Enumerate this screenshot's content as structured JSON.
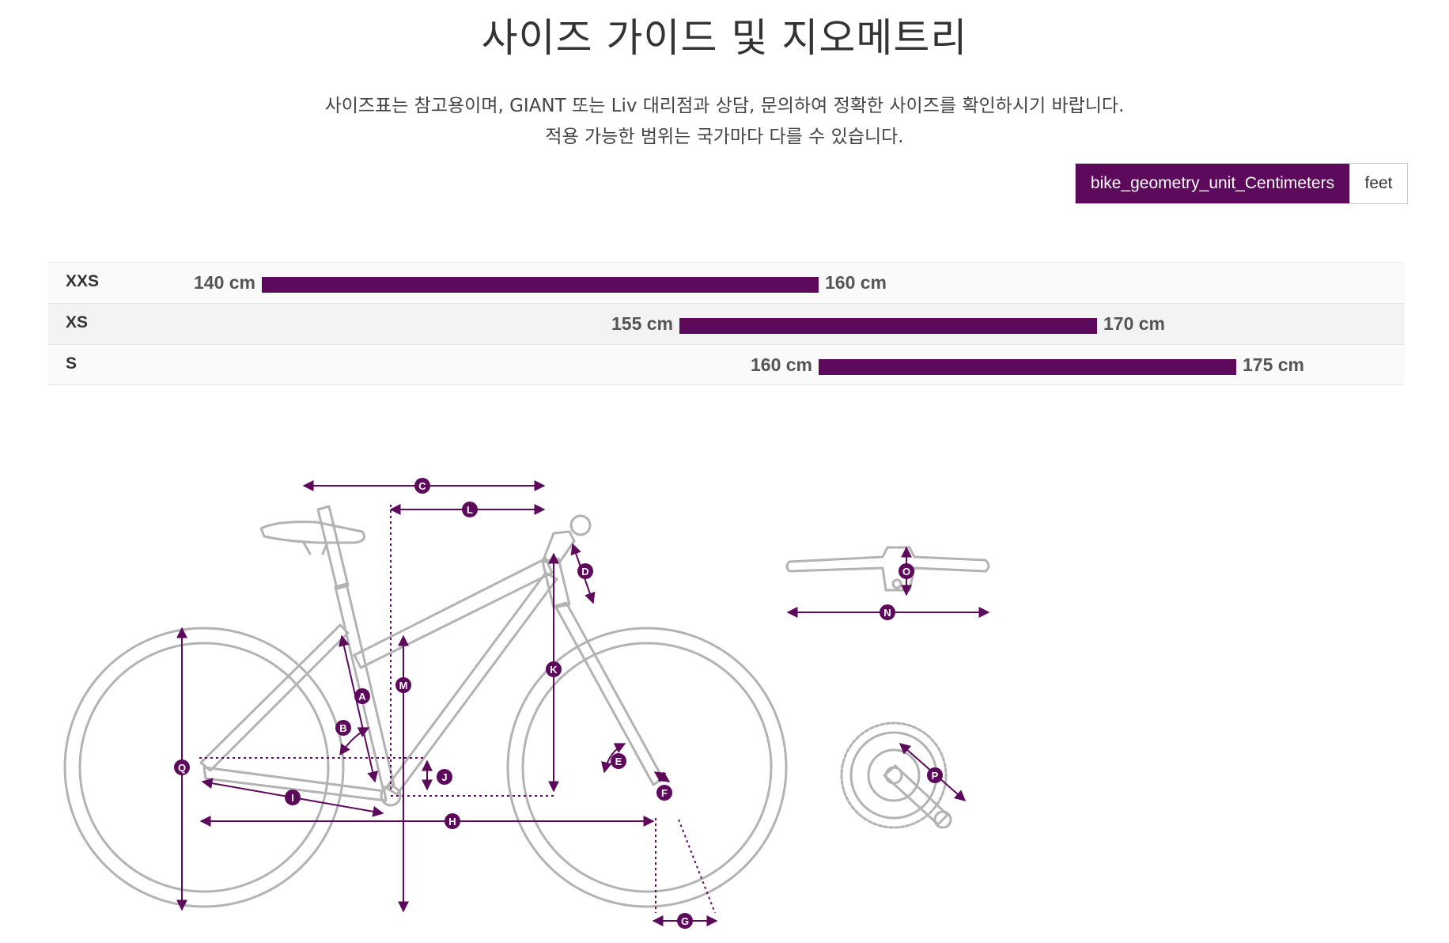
{
  "title": "사이즈 가이드 및 지오메트리",
  "description": {
    "line1": "사이즈표는 참고용이며, GIANT 또는 Liv 대리점과 상담, 문의하여 정확한 사이즈를 확인하시기 바랍니다.",
    "line2": "적용 가능한 범위는 국가마다 다를 수 있습니다."
  },
  "unit_toggle": {
    "active_label": "bike_geometry_unit_Centimeters",
    "other_label": "feet"
  },
  "size_chart": {
    "rows": [
      {
        "size": "XXS",
        "min": 140,
        "max": 160,
        "min_label": "140 cm",
        "max_label": "160 cm"
      },
      {
        "size": "XS",
        "min": 155,
        "max": 170,
        "min_label": "155 cm",
        "max_label": "170 cm"
      },
      {
        "size": "S",
        "min": 160,
        "max": 175,
        "min_label": "160 cm",
        "max_label": "175 cm"
      }
    ]
  },
  "colors": {
    "accent": "#5e0a5c",
    "bike_line": "#b3b3b3"
  },
  "geometry_labels": [
    "A",
    "B",
    "C",
    "D",
    "E",
    "F",
    "G",
    "H",
    "I",
    "J",
    "K",
    "L",
    "M",
    "N",
    "O",
    "P",
    "Q"
  ]
}
